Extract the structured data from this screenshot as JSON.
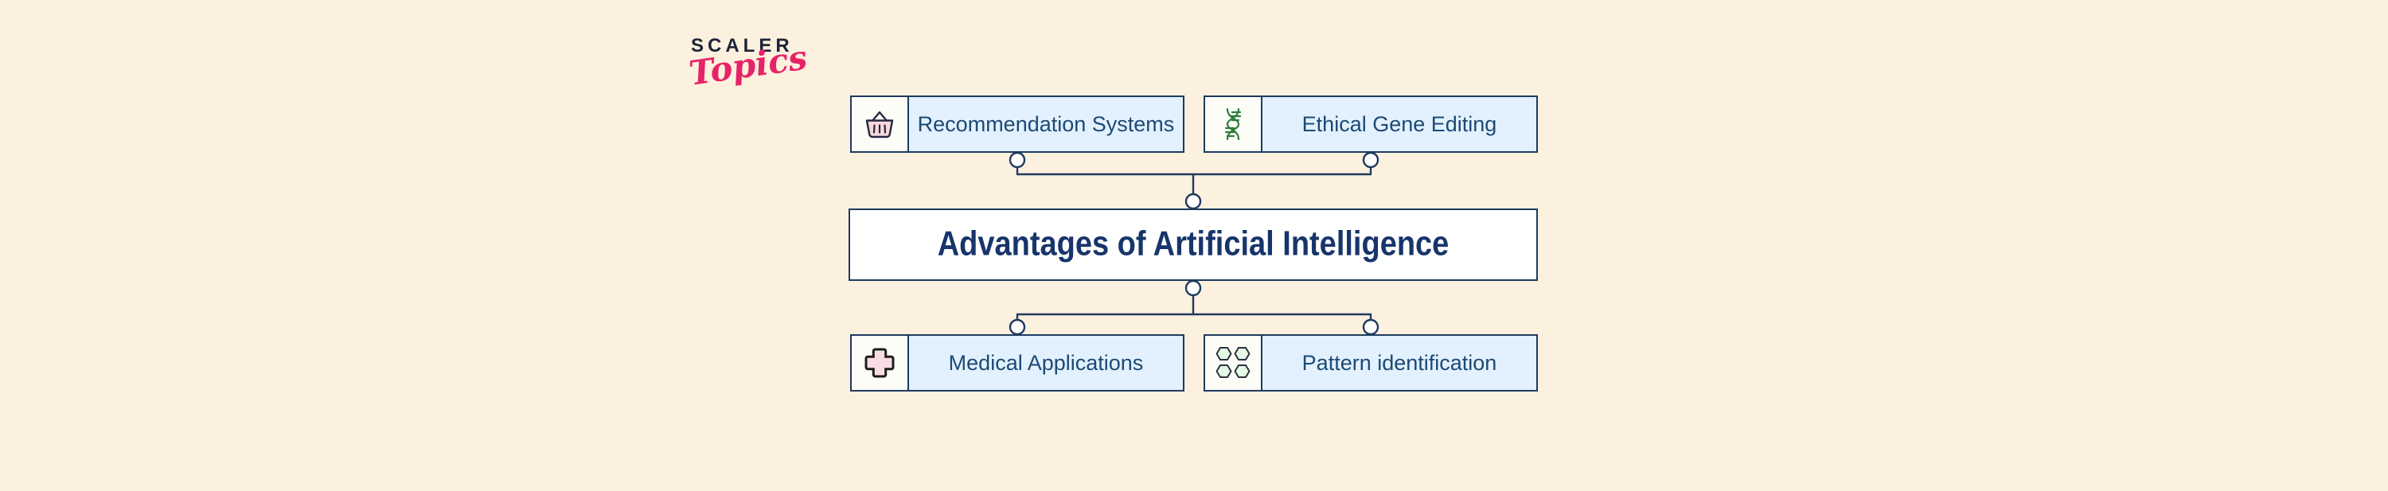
{
  "canvas": {
    "background_color": "#fcf0de"
  },
  "logo": {
    "brand": "SCALER",
    "sub": "Topics",
    "brand_color": "#1c2438",
    "sub_color": "#e72368"
  },
  "diagram": {
    "title": "Advantages of Artificial Intelligence",
    "top_nodes": [
      {
        "label": "Recommendation Systems",
        "icon": "basket-icon"
      },
      {
        "label": "Ethical Gene Editing",
        "icon": "dna-icon"
      }
    ],
    "bottom_nodes": [
      {
        "label": "Medical Applications",
        "icon": "medical-cross-icon"
      },
      {
        "label": "Pattern identification",
        "icon": "hexagons-icon"
      }
    ],
    "colors": {
      "node_border": "#1e3a5f",
      "node_fill": "#e2f1fd",
      "icon_cell_fill": "#fdfdf8",
      "title_text": "#17356b",
      "label_text": "#1d4976",
      "connector": "#1e3a5f",
      "basket_pink": "#f9d6de",
      "cross_pink": "#fadde4",
      "dna_green": "#2f7d3e",
      "hexagon_green": "#e6f8e6"
    }
  }
}
